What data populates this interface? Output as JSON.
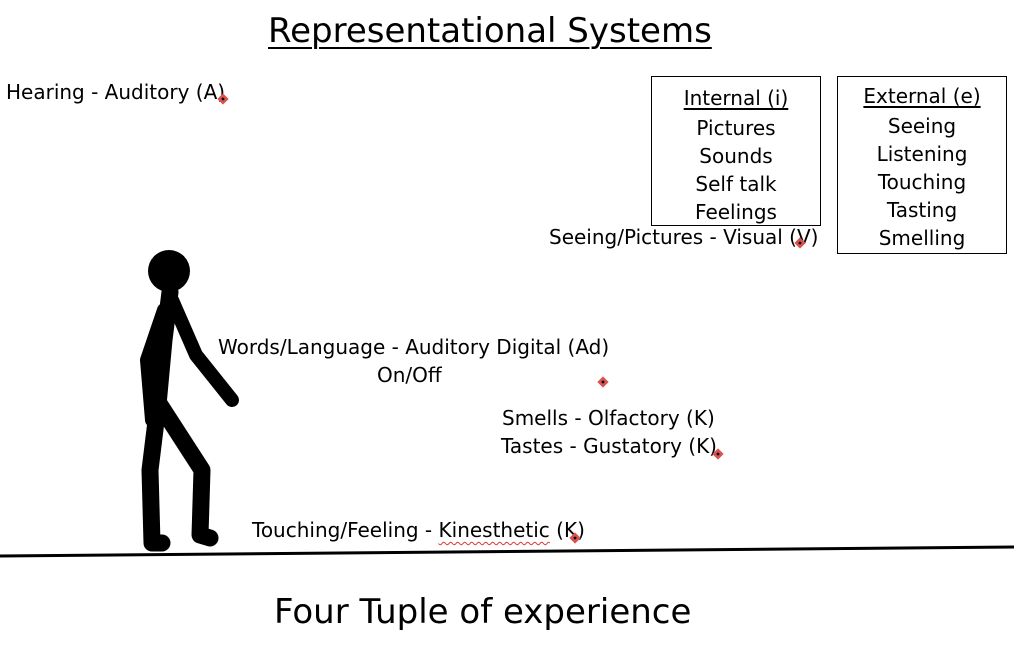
{
  "title": "Representational Systems",
  "footer": "Four Tuple of experience",
  "labels": {
    "auditory": "Hearing - Auditory (A)",
    "visual": "Seeing/Pictures - Visual (V)",
    "auditory_digital": "Words/Language - Auditory Digital (Ad)",
    "auditory_digital_sub": "On/Off",
    "olfactory": "Smells - Olfactory (K)",
    "gustatory": "Tastes - Gustatory (K)",
    "kinesthetic_prefix": "Touching/Feeling - ",
    "kinesthetic_word": "Kinesthetic",
    "kinesthetic_suffix": " (K)"
  },
  "internal_box": {
    "header": "Internal (i)",
    "items": [
      "Pictures",
      "Sounds",
      "Self talk",
      "Feelings"
    ]
  },
  "external_box": {
    "header": "External (e)",
    "items": [
      "Seeing",
      "Listening",
      "Touching",
      "Tasting",
      "Smelling"
    ]
  },
  "colors": {
    "marker": "#d9534f",
    "ink": "#000000"
  }
}
